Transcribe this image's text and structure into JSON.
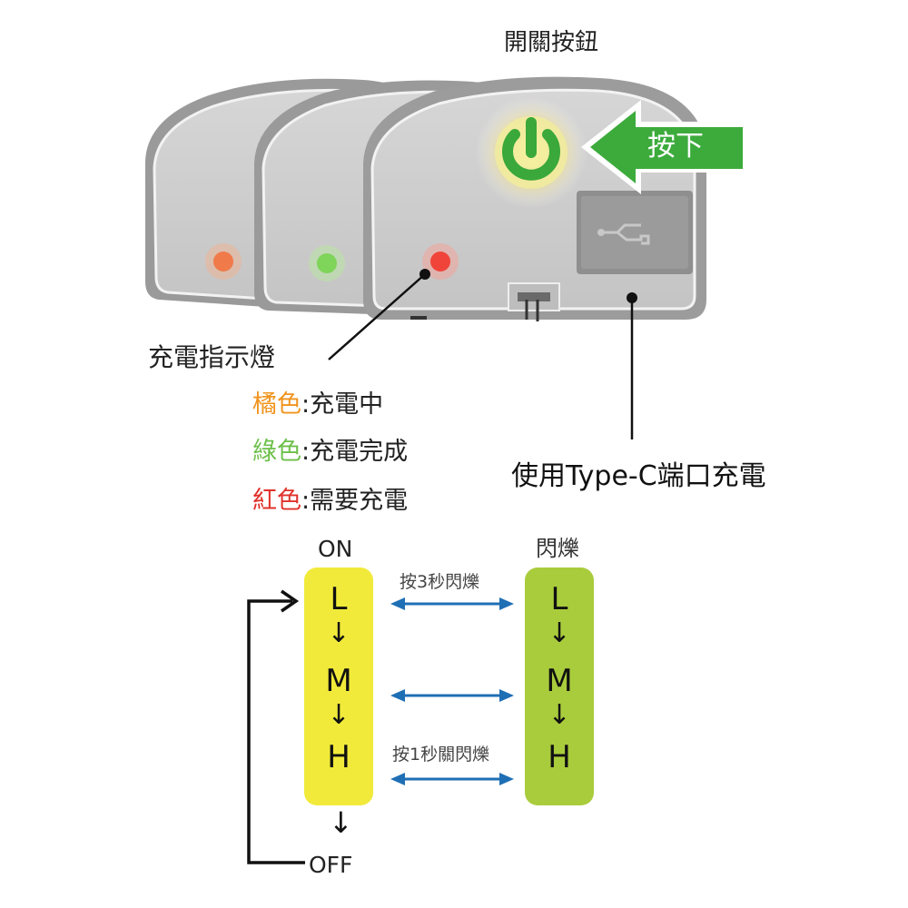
{
  "labels": {
    "power_button": "開關按鈕",
    "press_down": "按下",
    "charge_indicator": "充電指示燈",
    "typec": "使用Type-C端口充電"
  },
  "legend": [
    {
      "color_name": "橘色",
      "text": ":充電中",
      "color": "#f0941e"
    },
    {
      "color_name": "綠色",
      "text": ":充電完成",
      "color": "#6cc04a"
    },
    {
      "color_name": "紅色",
      "text": ":需要充電",
      "color": "#e0312b"
    }
  ],
  "led_colors": {
    "orange": "#f07a4a",
    "green": "#7fd45a",
    "red": "#f0443a",
    "power": "#3aa83a"
  },
  "diagram": {
    "on": "ON",
    "off": "OFF",
    "flash_title": "閃爍",
    "press3": "按3秒閃爍",
    "press1": "按1秒關閃爍",
    "arrow_down": "↓",
    "modes": [
      "L",
      "M",
      "H"
    ],
    "left_box_color": "#f1ea3a",
    "right_box_color": "#a9cc3c",
    "arrow_color": "#1f6fb5"
  }
}
